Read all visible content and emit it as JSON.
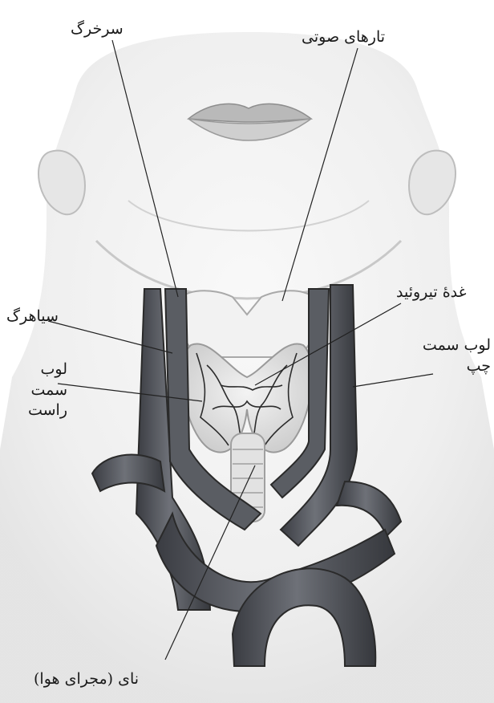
{
  "labels": {
    "artery": "سرخرگ",
    "vocal_cords": "تارهای صوتی",
    "vein": "سیاهرگ",
    "thyroid_gland": "غدهٔ تیروئید",
    "left_lobe_line1": "لوب سمت",
    "left_lobe_line2": "چپ",
    "right_lobe_line1": "لوب",
    "right_lobe_line2": "سمت",
    "right_lobe_line3": "راست",
    "trachea": "نای (مجرای هوا)"
  },
  "colors": {
    "vessel": "#4a4c52",
    "vessel_highlight": "#6e7178",
    "skin_shade": "#d6d6d6",
    "thyroid": "#e4e4e4",
    "leader_line": "#222222"
  }
}
